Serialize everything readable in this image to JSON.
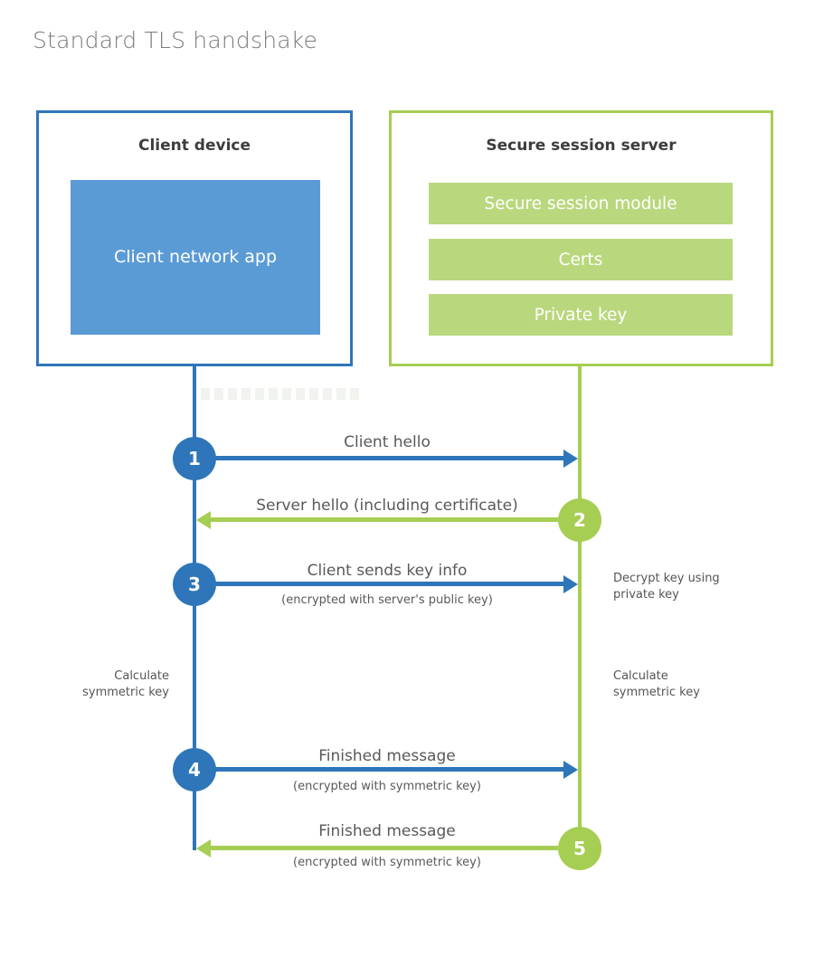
{
  "title": "Standard TLS handshake",
  "client": {
    "title": "Client device",
    "app_label": "Client network app"
  },
  "server": {
    "title": "Secure session server",
    "modules": [
      "Secure session module",
      "Certs",
      "Private key"
    ]
  },
  "steps": [
    {
      "num": "1",
      "label": "Client hello",
      "sub": "",
      "direction": "right",
      "from": "client"
    },
    {
      "num": "2",
      "label": "Server hello (including certificate)",
      "sub": "",
      "direction": "left",
      "from": "server"
    },
    {
      "num": "3",
      "label": "Client sends key info",
      "sub": "(encrypted with server's public key)",
      "direction": "right",
      "from": "client"
    },
    {
      "num": "4",
      "label": "Finished message",
      "sub": "(encrypted with symmetric key)",
      "direction": "right",
      "from": "client"
    },
    {
      "num": "5",
      "label": "Finished message",
      "sub": "(encrypted with symmetric key)",
      "direction": "left",
      "from": "server"
    }
  ],
  "annotations": {
    "decrypt_note": "Decrypt key using private key",
    "calc_left": "Calculate symmetric key",
    "calc_right": "Calculate symmetric key"
  },
  "colors": {
    "blue": "#2e76b9",
    "blue_fill": "#5b9bd5",
    "green": "#a5ce52",
    "green_fill": "#b9d87d"
  }
}
